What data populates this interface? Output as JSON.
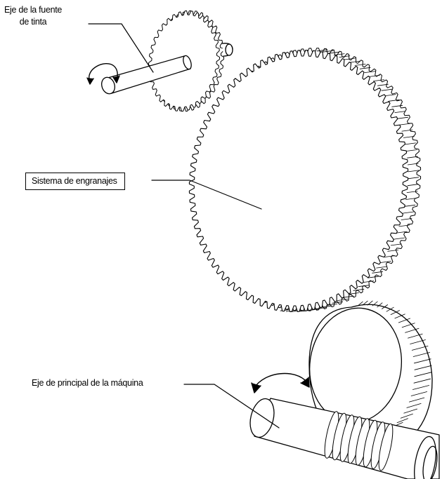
{
  "labels": {
    "ink_shaft_line1": "Eje de la fuente",
    "ink_shaft_line2": "de tinta",
    "gear_system": "Sistema de engranajes",
    "main_shaft": "Eje de principal de la máquina"
  },
  "colors": {
    "stroke": "#000000",
    "background": "#ffffff"
  }
}
